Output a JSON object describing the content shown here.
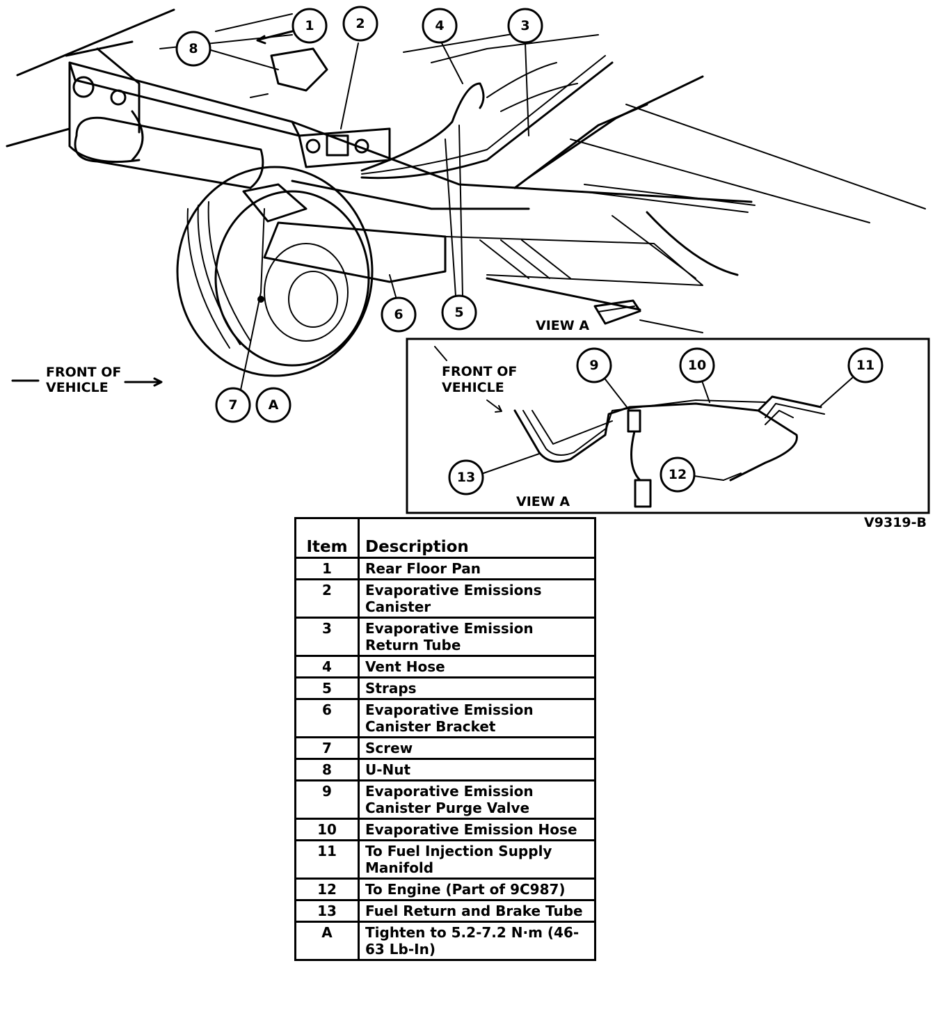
{
  "diagram": {
    "front_of_vehicle_left": [
      "FRONT OF",
      "VEHICLE"
    ],
    "front_of_vehicle_view_a": [
      "FRONT OF",
      "VEHICLE"
    ],
    "view_a_main": "VIEW A",
    "view_a_inset": "VIEW A",
    "figure_code": "V9319-B",
    "callouts_main": [
      "1",
      "2",
      "3",
      "4",
      "5",
      "6",
      "7",
      "8",
      "A"
    ],
    "callouts_inset": [
      "9",
      "10",
      "11",
      "12",
      "13"
    ]
  },
  "legend": {
    "header_item": "Item",
    "header_description": "Description",
    "rows": [
      {
        "item": "1",
        "description": "Rear Floor Pan"
      },
      {
        "item": "2",
        "description": "Evaporative Emissions Canister"
      },
      {
        "item": "3",
        "description": "Evaporative Emission Return Tube"
      },
      {
        "item": "4",
        "description": "Vent Hose"
      },
      {
        "item": "5",
        "description": "Straps"
      },
      {
        "item": "6",
        "description": "Evaporative Emission Canister Bracket"
      },
      {
        "item": "7",
        "description": "Screw"
      },
      {
        "item": "8",
        "description": "U-Nut"
      },
      {
        "item": "9",
        "description": "Evaporative Emission Canister Purge Valve"
      },
      {
        "item": "10",
        "description": "Evaporative Emission Hose"
      },
      {
        "item": "11",
        "description": "To Fuel Injection Supply Manifold"
      },
      {
        "item": "12",
        "description": "To Engine (Part of 9C987)"
      },
      {
        "item": "13",
        "description": "Fuel Return and Brake Tube"
      },
      {
        "item": "A",
        "description": "Tighten to 5.2-7.2 N·m (46-63 Lb-In)"
      }
    ]
  }
}
